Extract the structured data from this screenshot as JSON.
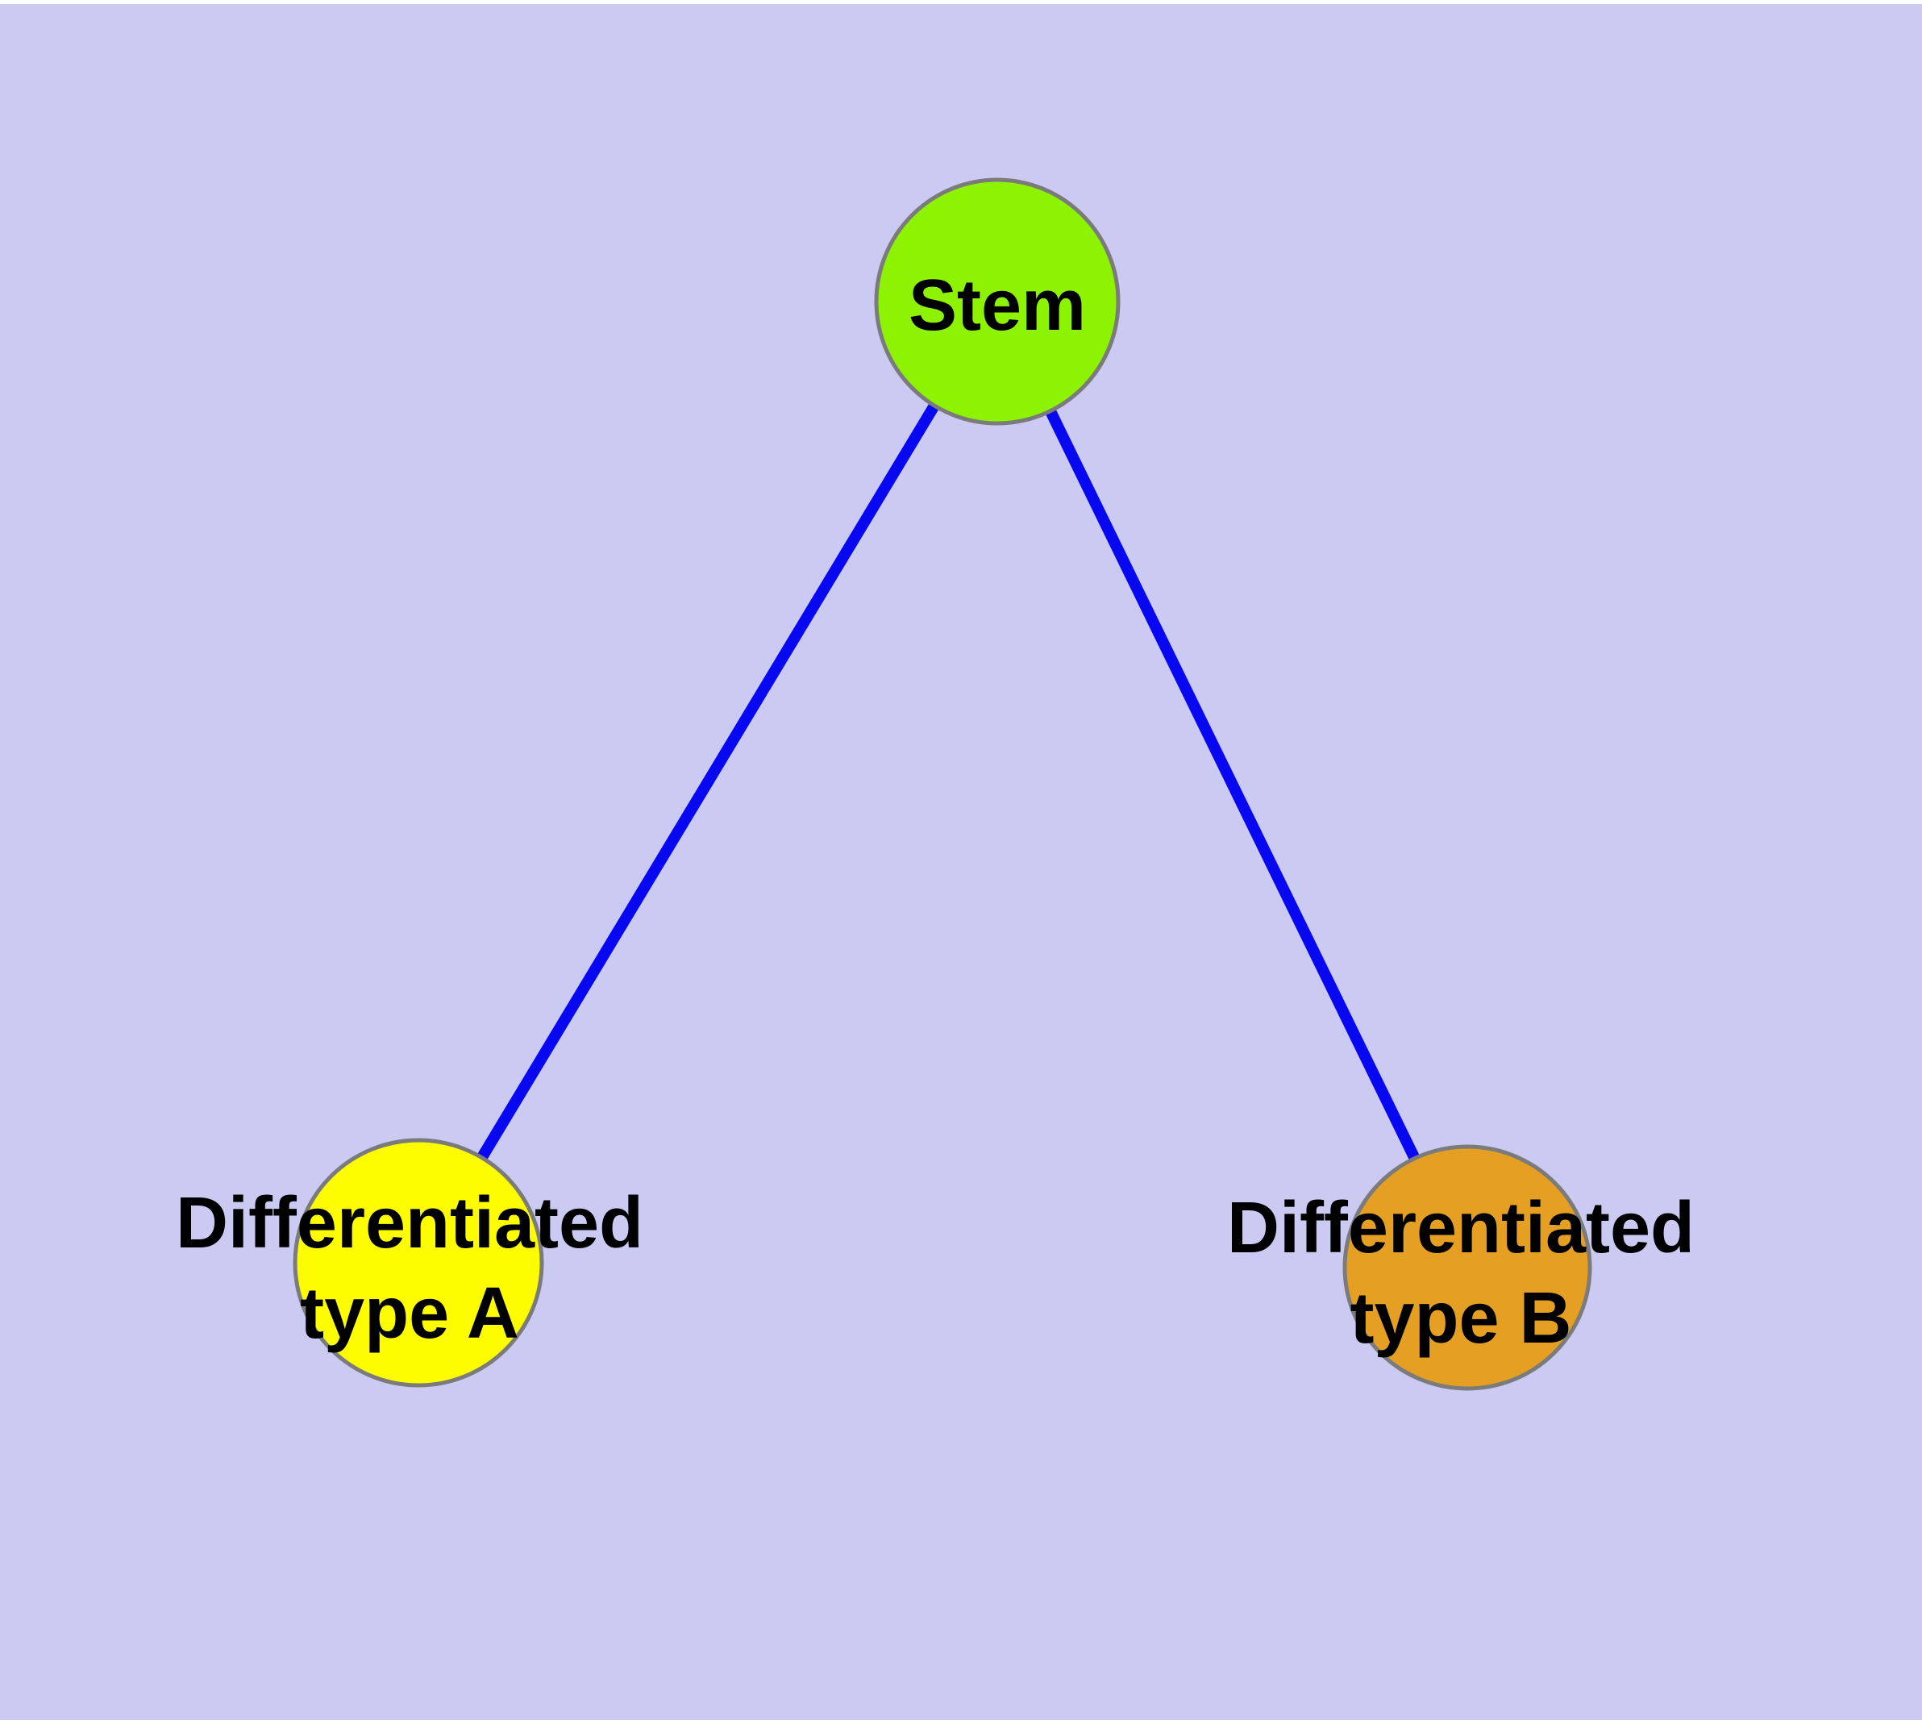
{
  "diagram": {
    "type": "node-link-tree",
    "background_color": "#cacaf3",
    "page_margin_color": "#ffffff",
    "edge_color": "#0707f2",
    "node_border_color": "#7b7b7b",
    "label_color": "#000000",
    "nodes": [
      {
        "id": "stem",
        "label": "Stem",
        "label_line1": "Stem",
        "label_line2": "",
        "fill": "#8df303"
      },
      {
        "id": "type-a",
        "label": "Differentiated type A",
        "label_line1": "Differentiated",
        "label_line2": "type A",
        "fill": "#fdfd00"
      },
      {
        "id": "type-b",
        "label": "Differentiated type B",
        "label_line1": "Differentiated",
        "label_line2": "type B",
        "fill": "#e5a024"
      }
    ],
    "edges": [
      {
        "from": "Stem",
        "to": "Differentiated type A"
      },
      {
        "from": "Stem",
        "to": "Differentiated type B"
      }
    ]
  }
}
